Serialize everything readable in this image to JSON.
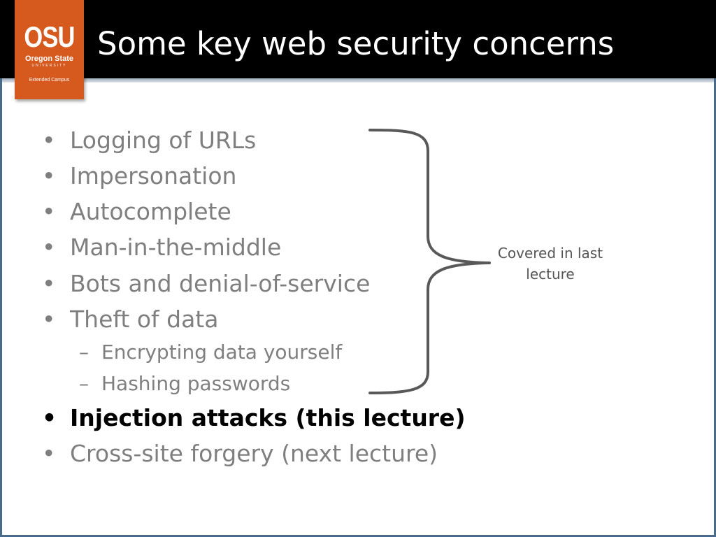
{
  "slide": {
    "title": "Some key web security concerns",
    "logo": {
      "mark": "OSU",
      "name": "Oregon State",
      "university": "UNIVERSITY",
      "campus": "Extended Campus"
    },
    "bullets": [
      {
        "text": "Logging of URLs",
        "level": 1,
        "marker": "•"
      },
      {
        "text": "Impersonation",
        "level": 1,
        "marker": "•"
      },
      {
        "text": "Autocomplete",
        "level": 1,
        "marker": "•"
      },
      {
        "text": "Man-in-the-middle",
        "level": 1,
        "marker": "•"
      },
      {
        "text": "Bots and denial-of-service",
        "level": 1,
        "marker": "•"
      },
      {
        "text": "Theft of data",
        "level": 1,
        "marker": "•"
      },
      {
        "text": "Encrypting data yourself",
        "level": 2,
        "marker": "–"
      },
      {
        "text": "Hashing passwords",
        "level": 2,
        "marker": "–"
      },
      {
        "text": "Injection attacks (this lecture)",
        "level": 1,
        "marker": "•",
        "emphasis": true
      },
      {
        "text": "Cross-site forgery (next lecture)",
        "level": 1,
        "marker": "•"
      }
    ],
    "brace_note": "Covered in last lecture"
  }
}
